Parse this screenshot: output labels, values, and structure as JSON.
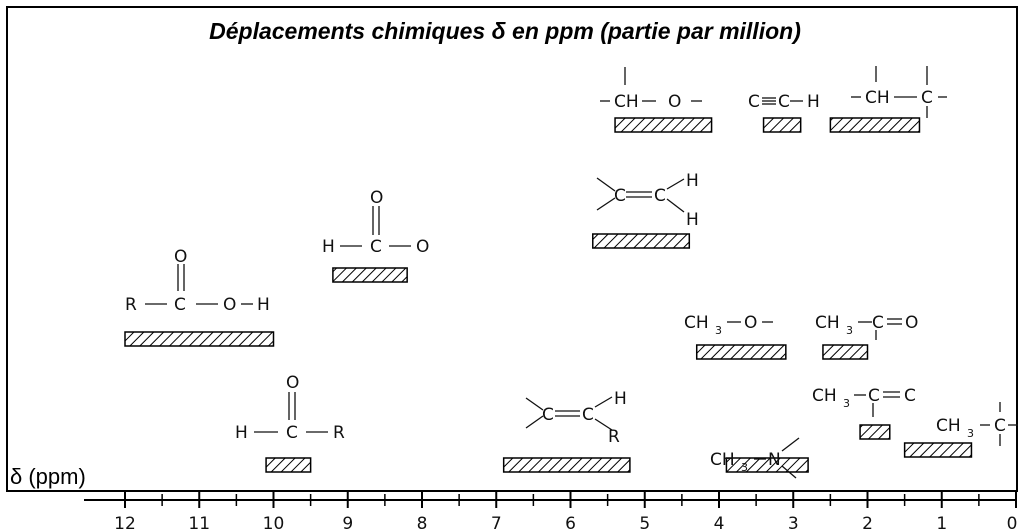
{
  "title": "Déplacements chimiques δ en ppm (partie par million)",
  "axis": {
    "label": "δ (ppm)",
    "ticks": [
      "12",
      "11",
      "10",
      "9",
      "8",
      "7",
      "6",
      "5",
      "4",
      "3",
      "2",
      "1",
      "0"
    ]
  },
  "colors": {
    "ink": "#000000",
    "background": "#ffffff"
  },
  "chart_data": {
    "type": "range-bars",
    "xlabel": "δ (ppm)",
    "xlim": [
      12,
      0
    ],
    "groups": [
      {
        "formula": "R–C(=O)–O–H",
        "range": [
          12.0,
          10.0
        ]
      },
      {
        "formula": "H–C(=O)–O",
        "range": [
          9.2,
          8.2
        ]
      },
      {
        "formula": "H–C(=O)–R",
        "range": [
          10.1,
          9.5
        ]
      },
      {
        "formula": "–CH–O–",
        "range": [
          5.4,
          4.1
        ]
      },
      {
        "formula": "C≡C–H",
        "range": [
          3.4,
          2.9
        ]
      },
      {
        "formula": "–CH–C–",
        "range": [
          2.5,
          1.3
        ]
      },
      {
        "formula": "C=C(–H)–H",
        "range": [
          5.7,
          4.4
        ]
      },
      {
        "formula": "CH3–O–",
        "range": [
          4.3,
          3.1
        ]
      },
      {
        "formula": "CH3–C=O",
        "range": [
          2.6,
          2.0
        ]
      },
      {
        "formula": "C=C(–H)–R",
        "range": [
          6.9,
          5.2
        ]
      },
      {
        "formula": "CH3–N",
        "range": [
          3.9,
          2.8
        ]
      },
      {
        "formula": "CH3–C=C",
        "range": [
          2.1,
          1.7
        ]
      },
      {
        "formula": "CH3–C–",
        "range": [
          1.5,
          0.6
        ]
      }
    ]
  },
  "structures": {
    "acid": {
      "o_top": "O",
      "r": "R",
      "c": "C",
      "o": "O",
      "h": "H"
    },
    "formate": {
      "o_top": "O",
      "h": "H",
      "c": "C",
      "o": "O"
    },
    "aldehyde": {
      "o_top": "O",
      "h": "H",
      "c": "C",
      "r": "R"
    },
    "ether_ch": {
      "ch": "CH",
      "o": "O"
    },
    "alkyne": {
      "c1": "C",
      "c2": "C",
      "h": "H"
    },
    "alkyl_ch": {
      "ch": "CH",
      "c": "C"
    },
    "vinyl_h2": {
      "c1": "C",
      "c2": "C",
      "h1": "H",
      "h2": "H"
    },
    "methoxy": {
      "ch": "CH",
      "sub": "3",
      "o": "O"
    },
    "acetyl": {
      "ch": "CH",
      "sub": "3",
      "c": "C",
      "o": "O"
    },
    "vinyl_r": {
      "c1": "C",
      "c2": "C",
      "h": "H",
      "r": "R"
    },
    "methylamine": {
      "ch": "CH",
      "sub": "3",
      "n": "N"
    },
    "allyl": {
      "ch": "CH",
      "sub": "3",
      "c1": "C",
      "c2": "C"
    },
    "methyl": {
      "ch": "CH",
      "sub": "3",
      "c": "C"
    }
  }
}
